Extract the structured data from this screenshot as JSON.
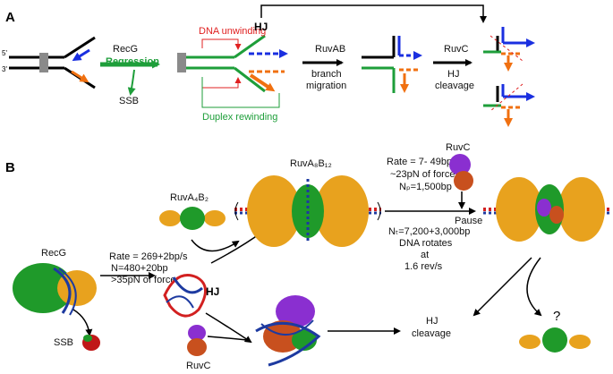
{
  "panel_a": {
    "letter": "A",
    "strand_5": "5'",
    "strand_3": "3'",
    "recg": "RecG",
    "regression": "Regression",
    "ssb": "SSB",
    "unwinding": "DNA unwinding",
    "hj": "HJ",
    "rewinding": "Duplex rewinding",
    "ruvab": "RuvAB",
    "branch1": "branch",
    "branch2": "migration",
    "ruvc": "RuvC",
    "hj2": "HJ",
    "cleavage": "cleavage"
  },
  "panel_b": {
    "letter": "B",
    "recg": "RecG",
    "rate1": "Rate = 269+2bp/s",
    "n1": "N=480+20bp",
    "force1": ">35pN of force",
    "ssb": "SSB",
    "hj": "HJ",
    "ruvc_bottom": "RuvC",
    "ruva4b2": "RuvA₄B₂",
    "ruva8b12": "RuvA₈B₁₂",
    "rate2": "Rate = 7- 49bp/s",
    "force2": "~23pN of force",
    "n_p": "Nₚ=1,500bp",
    "n_t": "Nₜ=7,200+3,000bp",
    "rotates": "DNA rotates",
    "at": "at",
    "rev": "1.6 rev/s",
    "ruvc_top": "RuvC",
    "pause": "Pause",
    "hj_cl1": "HJ",
    "hj_cl2": "cleavage",
    "question": "?"
  },
  "colors": {
    "green": "#1e9e3a",
    "red": "#e02020",
    "blue": "#1a2fe0",
    "orange": "#f07010",
    "protein_orange": "#e8a21e",
    "protein_green": "#1f9a2a",
    "protein_purple": "#8a2fd0",
    "protein_rust": "#c8501e",
    "dna_blue": "#1d3aa0",
    "dna_red": "#d22020"
  }
}
